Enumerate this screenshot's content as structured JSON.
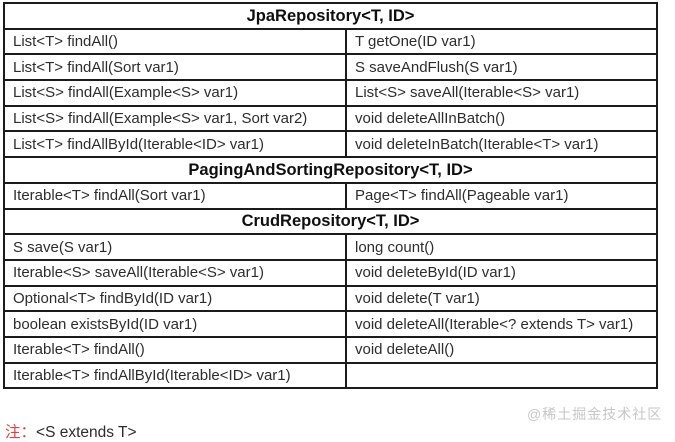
{
  "table": {
    "sections": [
      {
        "header": "JpaRepository<T, ID>",
        "rows": [
          [
            "List<T> findAll()",
            "T getOne(ID var1)"
          ],
          [
            "List<T> findAll(Sort var1)",
            "S saveAndFlush(S var1)"
          ],
          [
            "List<S> findAll(Example<S> var1)",
            "List<S> saveAll(Iterable<S> var1)"
          ],
          [
            "List<S> findAll(Example<S> var1, Sort var2)",
            "void deleteAllInBatch()"
          ],
          [
            "List<T> findAllById(Iterable<ID> var1)",
            "void deleteInBatch(Iterable<T> var1)"
          ]
        ]
      },
      {
        "header": "PagingAndSortingRepository<T, ID>",
        "rows": [
          [
            "Iterable<T> findAll(Sort var1)",
            "Page<T> findAll(Pageable var1)"
          ]
        ]
      },
      {
        "header": "CrudRepository<T, ID>",
        "rows": [
          [
            "S save(S var1)",
            "long count()"
          ],
          [
            "Iterable<S> saveAll(Iterable<S> var1)",
            "void deleteById(ID var1)"
          ],
          [
            "Optional<T> findById(ID var1)",
            "void delete(T var1)"
          ],
          [
            "boolean existsById(ID var1)",
            "void deleteAll(Iterable<? extends T> var1)"
          ],
          [
            "Iterable<T> findAll()",
            "void deleteAll()"
          ],
          [
            "Iterable<T> findAllById(Iterable<ID> var1)",
            ""
          ]
        ]
      }
    ]
  },
  "note": {
    "prefix": "注：",
    "text": "<S extends T>"
  },
  "watermark": "@稀土掘金技术社区",
  "colors": {
    "border": "#1b1b1b",
    "cell_text": "#2d2d2d",
    "header_text": "#0f0f0f",
    "note_red": "#e04343",
    "watermark_gray": "#c7c7c7"
  }
}
